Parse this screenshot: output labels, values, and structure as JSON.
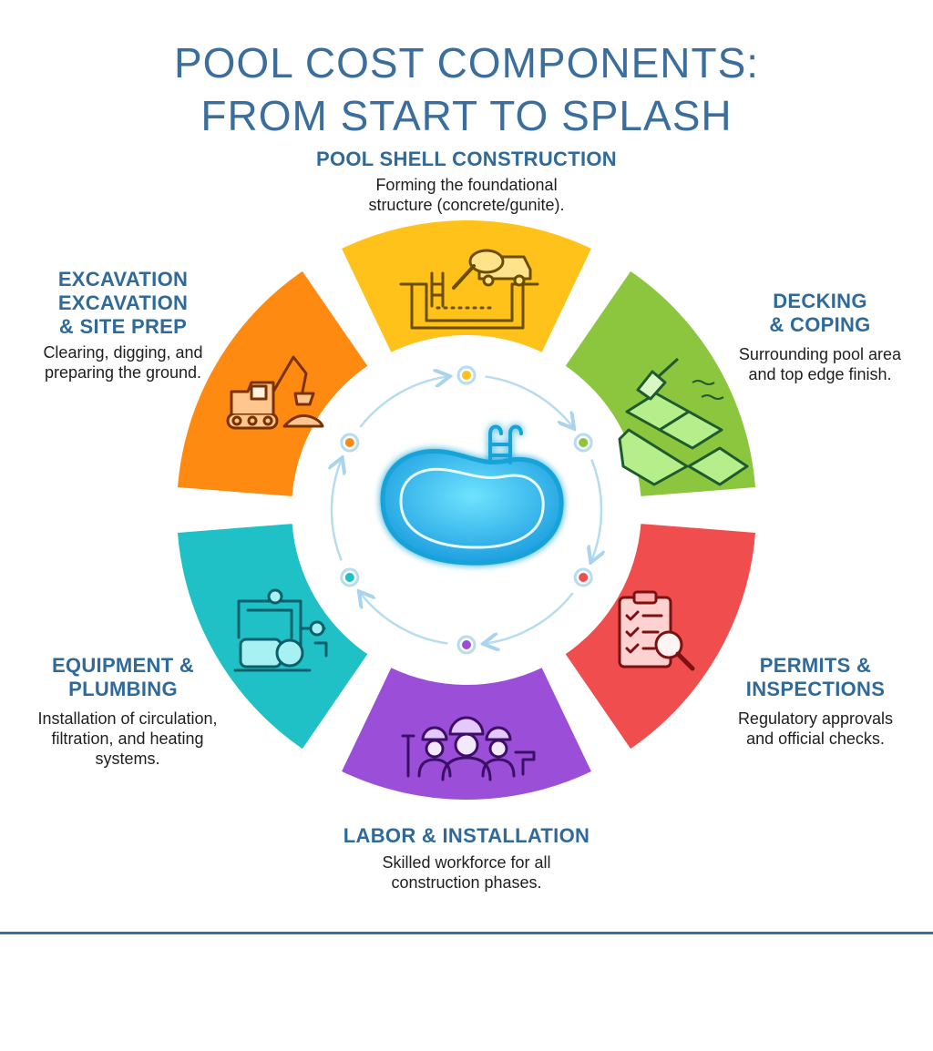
{
  "title": {
    "line1": "POOL COST COMPONENTS:",
    "line2": "FROM START TO SPLASH"
  },
  "segments": {
    "shell": {
      "heading": "POOL SHELL CONSTRUCTION",
      "desc1": "Forming the foundational",
      "desc2": "structure (concrete/gunite).",
      "color": "#ffc21a",
      "icon": "concrete-mixer-truck-icon"
    },
    "decking": {
      "heading1": "DECKING",
      "heading2": "& COPING",
      "desc1": "Surrounding pool area",
      "desc2": "and top edge finish.",
      "color": "#8cc63f",
      "icon": "trowel-paving-icon"
    },
    "permits": {
      "heading1": "PERMITS &",
      "heading2": "INSPECTIONS",
      "desc1": "Regulatory approvals",
      "desc2": "and official checks.",
      "color": "#f04e4e",
      "icon": "clipboard-magnifier-icon"
    },
    "labor": {
      "heading": "LABOR & INSTALLATION",
      "desc1": "Skilled workforce for all",
      "desc2": "construction phases.",
      "color": "#9b4fd8",
      "icon": "workers-icon"
    },
    "equipment": {
      "heading1": "EQUIPMENT &",
      "heading2": "PLUMBING",
      "desc1": "Installation of circulation,",
      "desc2": "filtration, and heating",
      "desc3": "systems.",
      "color": "#1fc0c6",
      "icon": "pump-pipes-icon"
    },
    "excavation": {
      "heading1": "EXCAVATION",
      "heading2": "EXCAVATION",
      "heading3": "& SITE PREP",
      "desc1": "Clearing, digging, and",
      "desc2": "preparing the ground.",
      "color": "#ff8a12",
      "icon": "excavator-icon"
    }
  },
  "center": {
    "icon": "pool-icon",
    "color": "#23b6e8"
  }
}
